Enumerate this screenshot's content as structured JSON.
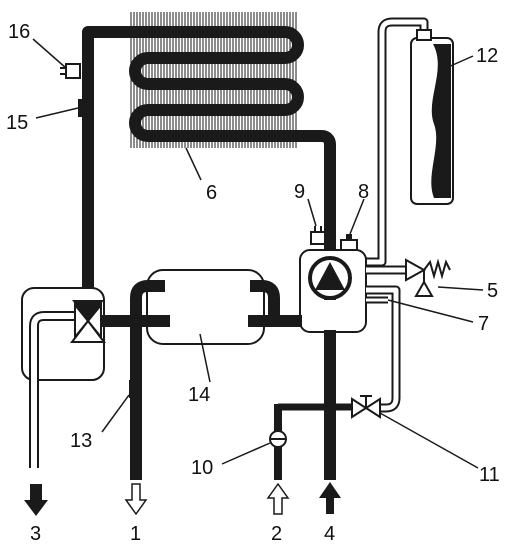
{
  "colors": {
    "pipe": "#1a1a1a",
    "outline": "#1a1a1a",
    "background": "#ffffff",
    "hatch": "#1a1a1a",
    "pipe_light": "#ffffff"
  },
  "labels": {
    "l1": "1",
    "l2": "2",
    "l3": "3",
    "l4": "4",
    "l5": "5",
    "l6": "6",
    "l7": "7",
    "l8": "8",
    "l9": "9",
    "l10": "10",
    "l11": "11",
    "l12": "12",
    "l13": "13",
    "l14": "14",
    "l15": "15",
    "l16": "16"
  }
}
